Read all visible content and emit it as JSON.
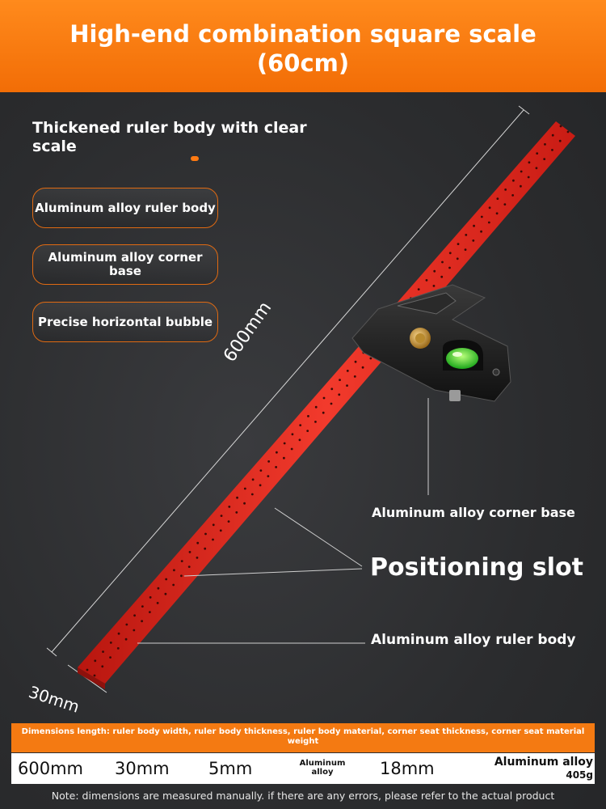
{
  "header": {
    "title_line1": "High-end combination square scale",
    "title_line2": "(60cm)"
  },
  "subtitle": "Thickened ruler body with clear scale",
  "features": [
    "Aluminum alloy ruler body",
    "Aluminum alloy corner base",
    "Precise horizontal bubble"
  ],
  "callouts": {
    "corner_base": "Aluminum alloy corner base",
    "positioning_slot": "Positioning slot",
    "ruler_body": "Aluminum alloy ruler body"
  },
  "dimensions": {
    "length": "600mm",
    "width": "30mm"
  },
  "spec_table": {
    "header": "Dimensions length: ruler body width, ruler body thickness, ruler body material, corner seat thickness, corner seat material weight",
    "values": [
      "600mm",
      "30mm",
      "5mm",
      "Aluminum alloy",
      "18mm",
      "Aluminum alloy",
      "405g"
    ]
  },
  "note": "Note: dimensions are measured manually. if there are any errors, please refer to the actual product",
  "colors": {
    "accent": "#f47a12",
    "ruler": "#e02a22",
    "bubble": "#3ed820",
    "background": "#2e2f31"
  },
  "icons": [
    "spirit-level-bubble-icon",
    "brass-lock-knob-icon"
  ]
}
